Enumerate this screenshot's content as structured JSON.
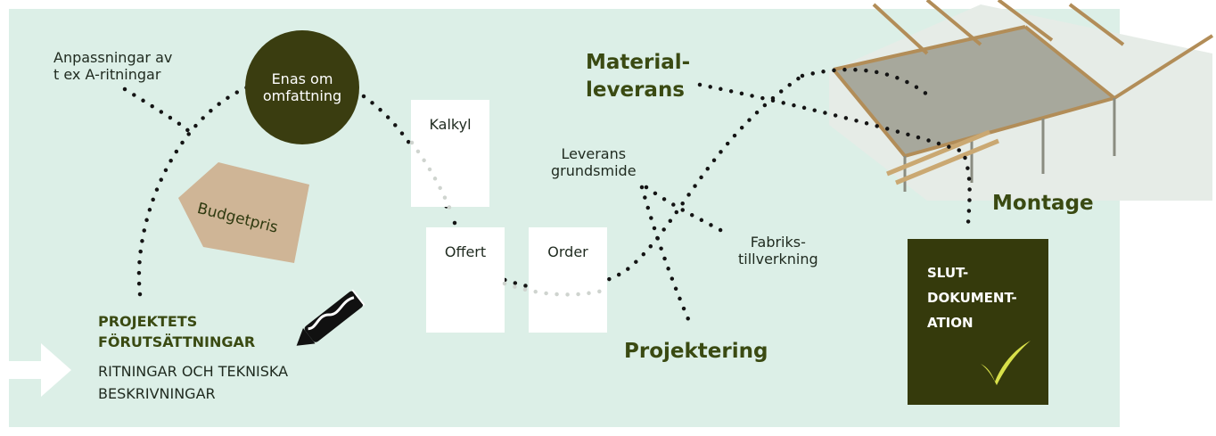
{
  "labels": {
    "adaptations": "Anpassningar av\nt ex A-ritningar",
    "scope": "Enas om\nomfattning",
    "budget": "Budgetpris",
    "calc": "Kalkyl",
    "offer": "Offert",
    "order": "Order",
    "material": "Material-\nleverans",
    "delivery": "Leverans\ngrundsmide",
    "manufacturing": "Fabriks-\ntillverkning",
    "design": "Projektering",
    "assembly": "Montage",
    "final_doc": [
      "SLUT-",
      "DOKUMENT-",
      "ATION"
    ],
    "prereq_title": "PROJEKTETS\nFÖRUTSÄTTNINGAR",
    "prereq_sub": "RITNINGAR OCH TEKNISKA\nBESKRIVNINGAR"
  },
  "icons": {
    "entry": "arrow-right-icon",
    "pen": "crayon-icon",
    "check": "checkmark-icon",
    "roof": "roof-truss-illustration"
  },
  "colors": {
    "background": "#dcefe7",
    "dark_olive": "#3a3d10",
    "label_green": "#3a4a12",
    "tag_brown": "#cfb596",
    "check_yellow": "#d8e04a"
  }
}
